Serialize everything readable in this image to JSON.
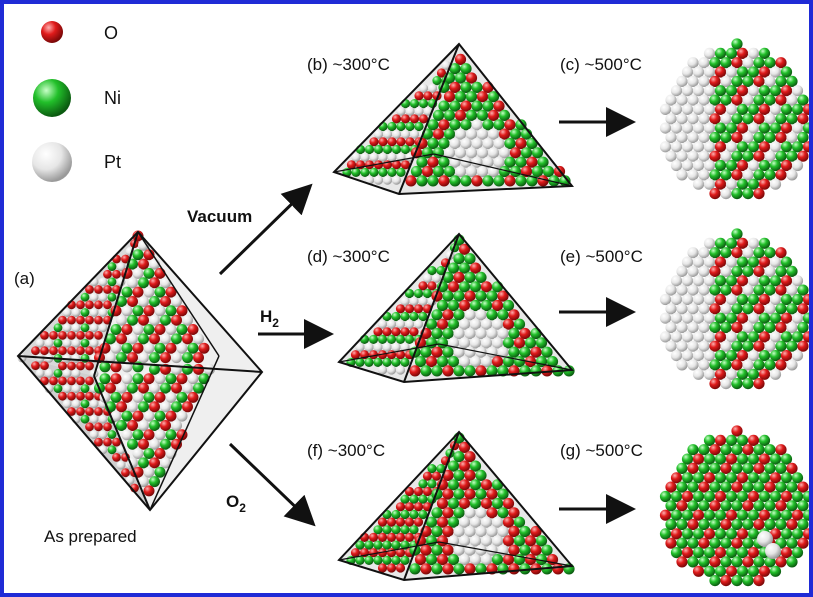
{
  "legend": [
    {
      "symbol": "O",
      "color": "#e01b1b"
    },
    {
      "symbol": "Ni",
      "color": "#22c02a"
    },
    {
      "symbol": "Pt",
      "color": "#e6e6e6"
    }
  ],
  "panels": {
    "a": {
      "label": "(a)",
      "caption": "As prepared"
    },
    "b": {
      "label": "(b) ~300°C"
    },
    "c": {
      "label": "(c) ~500°C"
    },
    "d": {
      "label": "(d) ~300°C"
    },
    "e": {
      "label": "(e) ~500°C"
    },
    "f": {
      "label": "(f) ~300°C"
    },
    "g": {
      "label": "(g) ~500°C"
    }
  },
  "conditions": {
    "vacuum": "Vacuum",
    "h2": {
      "base": "H",
      "sub": "2"
    },
    "o2": {
      "base": "O",
      "sub": "2"
    }
  },
  "colors": {
    "border": "#1f2bd6",
    "oxygen": "#e01b1b",
    "nickel": "#22c02a",
    "platinum": "#e6e6e6"
  }
}
